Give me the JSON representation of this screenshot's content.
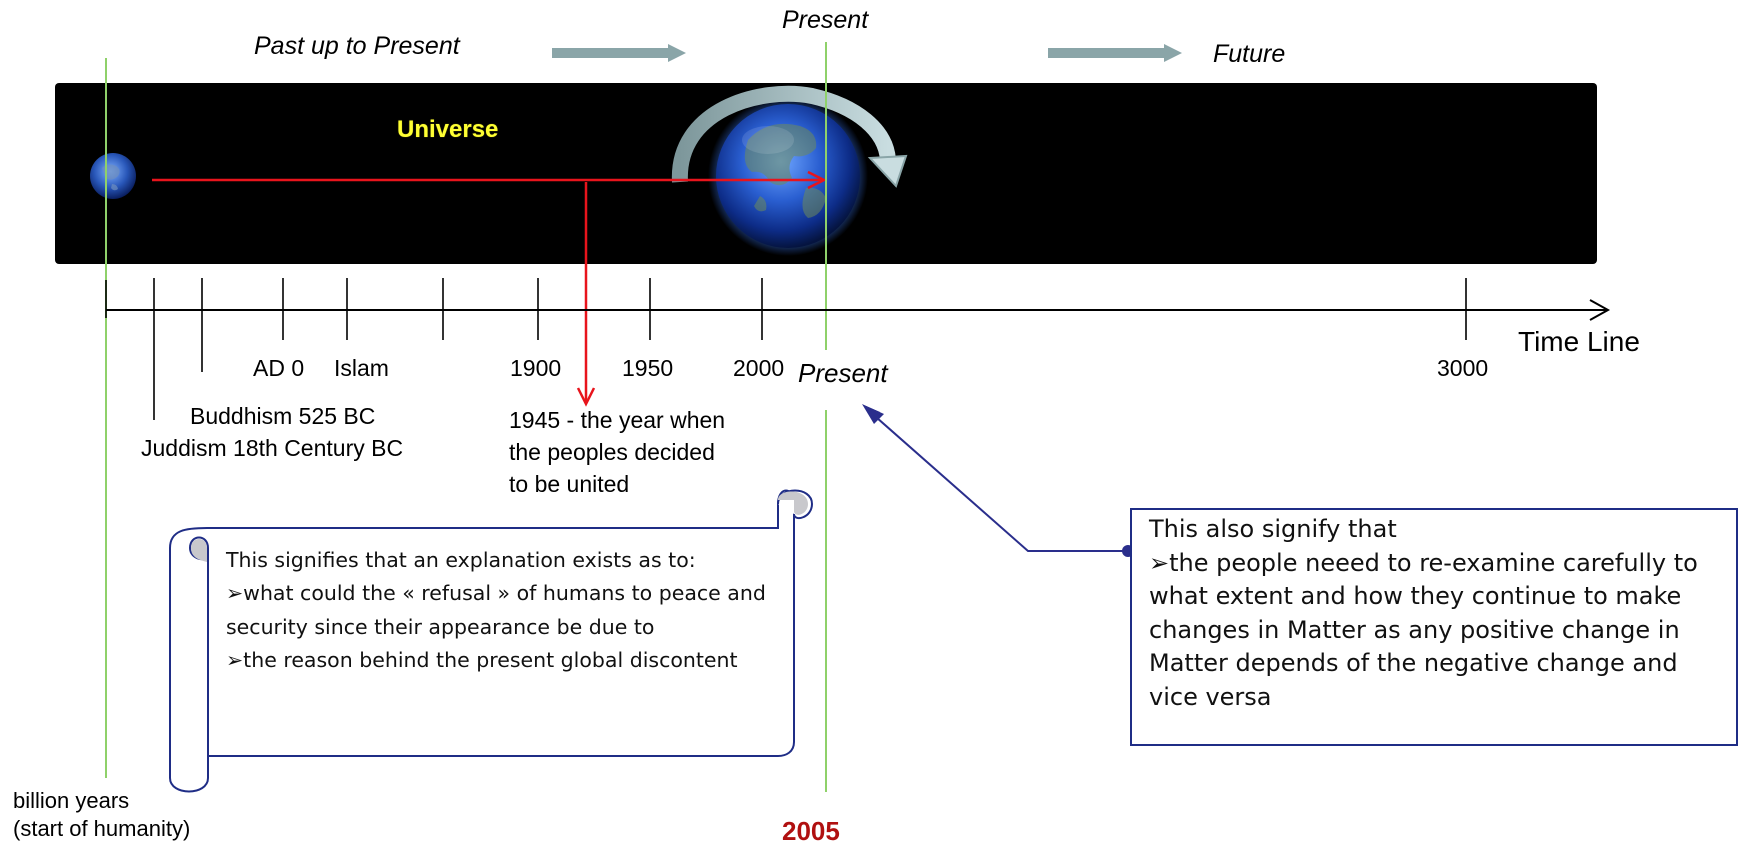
{
  "headers": {
    "past": "Past up to Present",
    "present_top": "Present",
    "future": "Future",
    "universe": "Universe"
  },
  "axis": {
    "title": "Time Line",
    "present_label": "Present",
    "present_year": "2005",
    "tick_labels": {
      "ad0": "AD 0",
      "islam": "Islam",
      "y1900": "1900",
      "y1950": "1950",
      "y2000": "2000",
      "y3000": "3000",
      "buddhism": "Buddhism 525 BC",
      "judaism": "Juddism 18th Century BC",
      "start_line1": "billion years",
      "start_line2": "(start of humanity)"
    }
  },
  "annotation_1945": {
    "line1": "1945 - the year when",
    "line2": "the peoples decided",
    "line3": "to be united"
  },
  "scroll": {
    "lines": [
      "This signifies that an explanation exists as to:",
      "➢what  could the « refusal » of humans to peace and security since their appearance  be due to",
      "➢the reason behind the present global discontent"
    ]
  },
  "box": {
    "lines": [
      "This  also signify that",
      "➢the people neeed to re-examine carefully to what extent and how they continue to make changes in Matter as any positive change in Matter depends of the negative change and vice versa"
    ]
  },
  "colors": {
    "band": "#000000",
    "present_line": "#8fd16a",
    "red_arrow": "#e8141c",
    "blue_arrow": "#2a2e8c",
    "gray_arrow": "#8aa5a8",
    "universe_text": "#ffff33",
    "year_text": "#b01010",
    "box_border": "#1f2d86"
  }
}
